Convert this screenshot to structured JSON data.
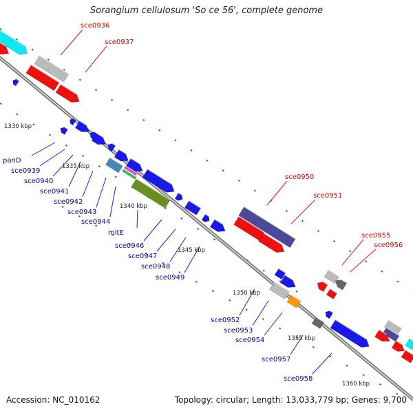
{
  "header": {
    "title": "Sorangium cellulosum 'So ce 56', complete genome"
  },
  "footer": {
    "accession": "Accession: NC_010162",
    "summary": "Topology: circular; Length: 13,033,779 bp; Genes: 9,700"
  },
  "colors": {
    "blue": "#1a1ae6",
    "red": "#ee1111",
    "cyan": "#11e8ee",
    "grey": "#bbbbbb",
    "dark_grey": "#666666",
    "purple": "#4a4a99",
    "olive": "#6b8e23",
    "orange": "#ff9900",
    "steel": "#4a86b8",
    "tick": "#227722",
    "backbone": "#999999",
    "red_label": "#dd0000",
    "blue_label": "#0000aa"
  },
  "diagram": {
    "kbp_markers": [
      "1330 kbp",
      "1335 kbp",
      "1340 kbp",
      "1345 kbp",
      "1350 kbp",
      "1355 kbp",
      "1360 kbp"
    ],
    "labels_top": [
      "sce0936",
      "sce0937",
      "sce0950",
      "sce0951",
      "sce0955",
      "sce0956"
    ],
    "labels_bottom": [
      "panD",
      "sce0939",
      "sce0940",
      "sce0941",
      "sce0942",
      "sce0943",
      "sce0944",
      "mltE",
      "sce0946",
      "sce0947",
      "sce0948",
      "sce0949",
      "sce0952",
      "sce0953",
      "sce0954",
      "sce0957",
      "sce0958"
    ]
  }
}
